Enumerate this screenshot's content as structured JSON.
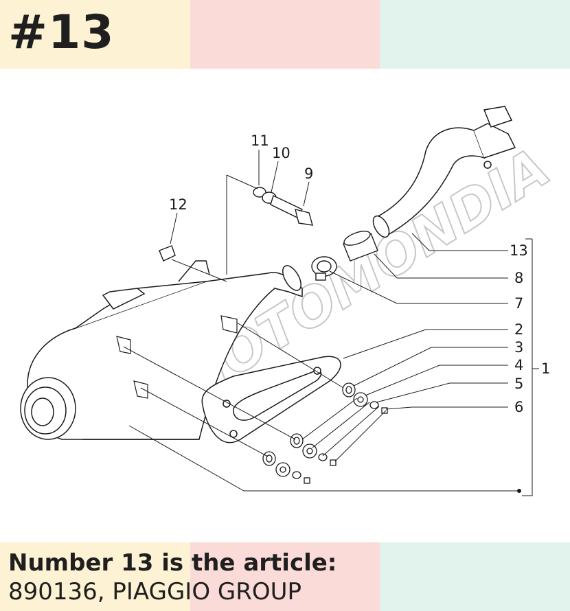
{
  "header": {
    "part_number": "#13"
  },
  "caption": {
    "line1": "Number 13 is the article:",
    "line2": "890136, PIAGGIO GROUP"
  },
  "diagram": {
    "callouts": [
      "11",
      "10",
      "9",
      "12",
      "13",
      "8",
      "7",
      "2",
      "3",
      "4",
      "5",
      "6",
      "1"
    ]
  },
  "watermark": {
    "text": "MOTOMONDIA"
  },
  "colors": {
    "band_yellow": "#fdf3d4",
    "band_pink": "#fadbd8",
    "band_mint": "#e1f3ec",
    "text": "#1f1f1f"
  }
}
